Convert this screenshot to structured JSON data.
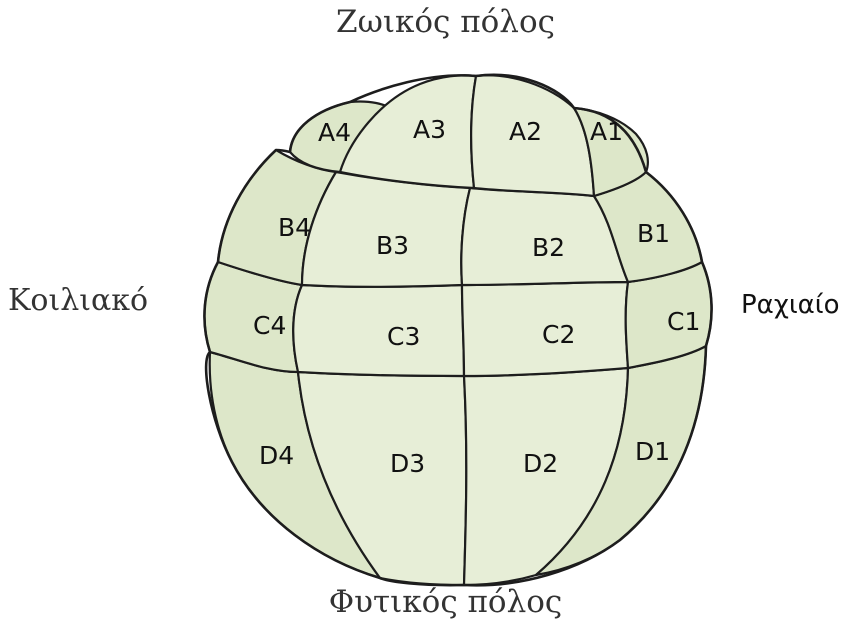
{
  "poles": {
    "animal": "Ζωικός πόλος",
    "vegetal": "Φυτικός πόλος",
    "ventral": "Κοιλιακό",
    "dorsal": "Ραχιαίο"
  },
  "blastomeres": {
    "A4": "A4",
    "A3": "A3",
    "A2": "A2",
    "A1": "A1",
    "B4": "B4",
    "B3": "B3",
    "B2": "B2",
    "B1": "B1",
    "C4": "C4",
    "C3": "C3",
    "C2": "C2",
    "C1": "C1",
    "D4": "D4",
    "D3": "D3",
    "D2": "D2",
    "D1": "D1"
  },
  "colors": {
    "cell_fill": "#dde7c9",
    "cell_outline": "#1d1d1d"
  }
}
